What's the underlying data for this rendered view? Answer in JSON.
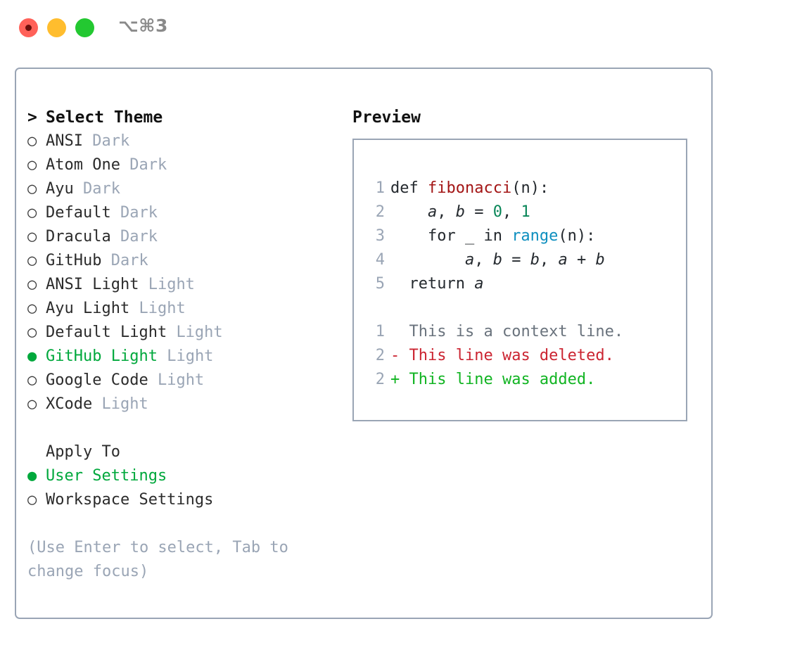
{
  "window": {
    "shortcut": "⌥⌘3",
    "traffic_lights": [
      {
        "name": "close",
        "color": "#ff6159"
      },
      {
        "name": "minimize",
        "color": "#ffbd2e"
      },
      {
        "name": "maximize",
        "color": "#23c831"
      }
    ]
  },
  "theme_selector": {
    "header": "Select Theme",
    "caret": ">",
    "marker_unselected": "○",
    "marker_selected": "●",
    "items": [
      {
        "name": "ANSI",
        "kind": "Dark",
        "selected": false
      },
      {
        "name": "Atom One",
        "kind": "Dark",
        "selected": false
      },
      {
        "name": "Ayu",
        "kind": "Dark",
        "selected": false
      },
      {
        "name": "Default",
        "kind": "Dark",
        "selected": false
      },
      {
        "name": "Dracula",
        "kind": "Dark",
        "selected": false
      },
      {
        "name": "GitHub",
        "kind": "Dark",
        "selected": false
      },
      {
        "name": "ANSI Light",
        "kind": "Light",
        "selected": false
      },
      {
        "name": "Ayu Light",
        "kind": "Light",
        "selected": false
      },
      {
        "name": "Default Light",
        "kind": "Light",
        "selected": false
      },
      {
        "name": "GitHub Light",
        "kind": "Light",
        "selected": true
      },
      {
        "name": "Google Code",
        "kind": "Light",
        "selected": false
      },
      {
        "name": "XCode",
        "kind": "Light",
        "selected": false
      }
    ]
  },
  "apply_to": {
    "header": "Apply To",
    "options": [
      {
        "label": "User Settings",
        "selected": true
      },
      {
        "label": "Workspace Settings",
        "selected": false
      }
    ]
  },
  "hint": "(Use Enter to select, Tab to change focus)",
  "preview": {
    "title": "Preview",
    "code_lines": [
      {
        "number": "1",
        "tokens": [
          {
            "text": "def ",
            "type": "plain"
          },
          {
            "text": "fibonacci",
            "type": "func"
          },
          {
            "text": "(n):",
            "type": "plain"
          }
        ]
      },
      {
        "number": "2",
        "tokens": [
          {
            "text": "    ",
            "type": "plain"
          },
          {
            "text": "a",
            "type": "var"
          },
          {
            "text": ", ",
            "type": "plain"
          },
          {
            "text": "b",
            "type": "var"
          },
          {
            "text": " = ",
            "type": "plain"
          },
          {
            "text": "0",
            "type": "num"
          },
          {
            "text": ", ",
            "type": "plain"
          },
          {
            "text": "1",
            "type": "num"
          }
        ]
      },
      {
        "number": "3",
        "tokens": [
          {
            "text": "    for _ in ",
            "type": "plain"
          },
          {
            "text": "range",
            "type": "call"
          },
          {
            "text": "(n):",
            "type": "plain"
          }
        ]
      },
      {
        "number": "4",
        "tokens": [
          {
            "text": "        ",
            "type": "plain"
          },
          {
            "text": "a",
            "type": "var"
          },
          {
            "text": ", ",
            "type": "plain"
          },
          {
            "text": "b",
            "type": "var"
          },
          {
            "text": " = ",
            "type": "plain"
          },
          {
            "text": "b",
            "type": "var"
          },
          {
            "text": ", ",
            "type": "plain"
          },
          {
            "text": "a",
            "type": "var"
          },
          {
            "text": " + ",
            "type": "plain"
          },
          {
            "text": "b",
            "type": "var"
          }
        ]
      },
      {
        "number": "5",
        "tokens": [
          {
            "text": "  return ",
            "type": "plain"
          },
          {
            "text": "a",
            "type": "var"
          }
        ]
      }
    ],
    "diff_lines": [
      {
        "number": "1",
        "sign": " ",
        "text": "This is a context line.",
        "type": "context"
      },
      {
        "number": "2",
        "sign": "-",
        "text": "This line was deleted.",
        "type": "deleted"
      },
      {
        "number": "2",
        "sign": "+",
        "text": "This line was added.",
        "type": "added"
      }
    ]
  },
  "colors": {
    "accent_green": "#00a83c",
    "border": "#9aa5b5",
    "muted": "#9aa5b5",
    "code_func": "#a31515",
    "code_number": "#098658",
    "code_call": "#0e8fbf",
    "diff_deleted": "#cb2431",
    "diff_added": "#11b422",
    "diff_context": "#6a737d"
  }
}
